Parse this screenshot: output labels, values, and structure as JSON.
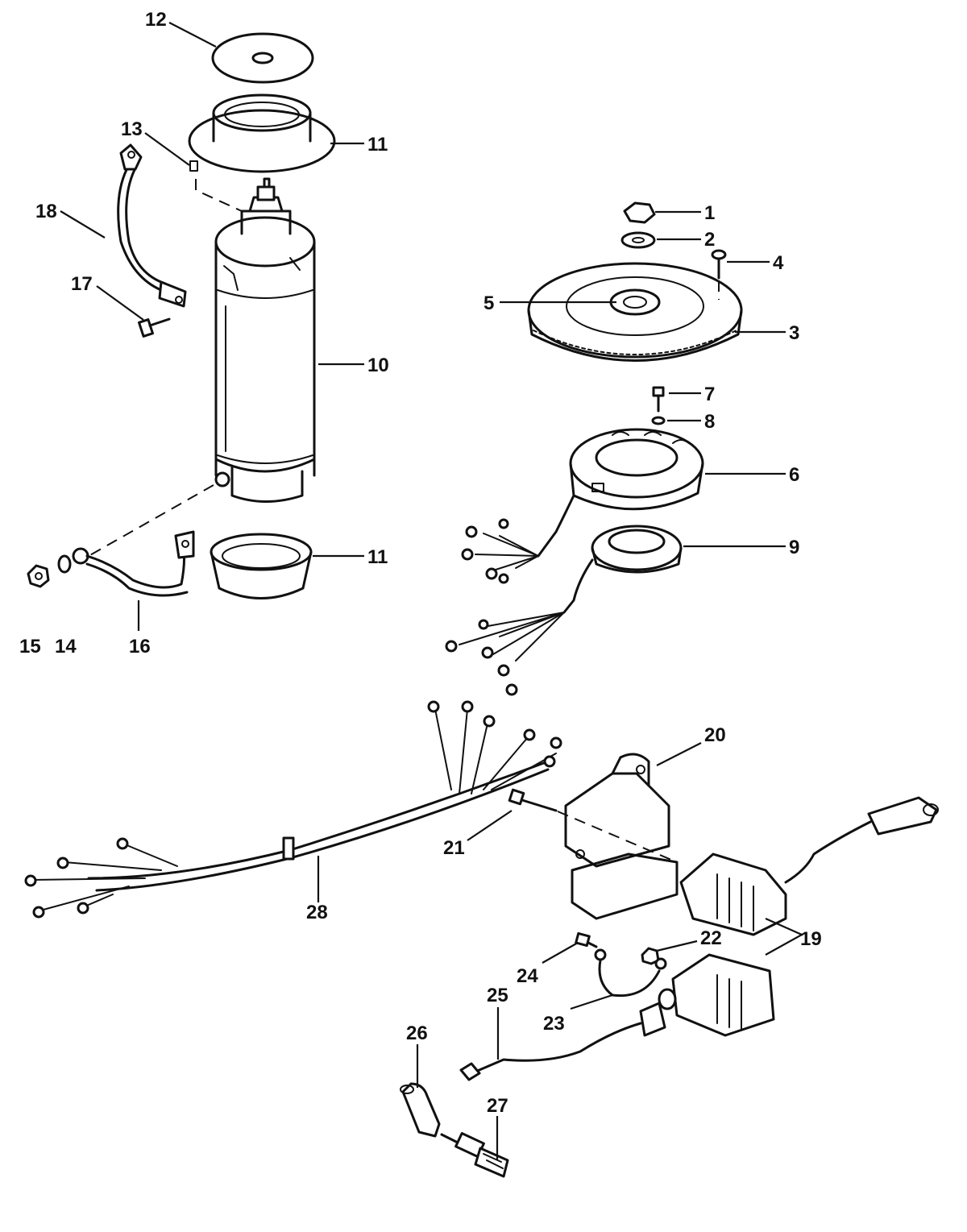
{
  "callouts": [
    {
      "id": "1",
      "label": "1"
    },
    {
      "id": "2",
      "label": "2"
    },
    {
      "id": "3",
      "label": "3"
    },
    {
      "id": "4",
      "label": "4"
    },
    {
      "id": "5",
      "label": "5"
    },
    {
      "id": "6",
      "label": "6"
    },
    {
      "id": "7",
      "label": "7"
    },
    {
      "id": "8",
      "label": "8"
    },
    {
      "id": "9",
      "label": "9"
    },
    {
      "id": "10",
      "label": "10"
    },
    {
      "id": "11a",
      "label": "11"
    },
    {
      "id": "11b",
      "label": "11"
    },
    {
      "id": "12",
      "label": "12"
    },
    {
      "id": "13",
      "label": "13"
    },
    {
      "id": "14",
      "label": "14"
    },
    {
      "id": "15",
      "label": "15"
    },
    {
      "id": "16",
      "label": "16"
    },
    {
      "id": "17",
      "label": "17"
    },
    {
      "id": "18",
      "label": "18"
    },
    {
      "id": "19",
      "label": "19"
    },
    {
      "id": "20",
      "label": "20"
    },
    {
      "id": "21",
      "label": "21"
    },
    {
      "id": "22",
      "label": "22"
    },
    {
      "id": "23",
      "label": "23"
    },
    {
      "id": "24",
      "label": "24"
    },
    {
      "id": "25",
      "label": "25"
    },
    {
      "id": "26",
      "label": "26"
    },
    {
      "id": "27",
      "label": "27"
    },
    {
      "id": "28",
      "label": "28"
    }
  ]
}
